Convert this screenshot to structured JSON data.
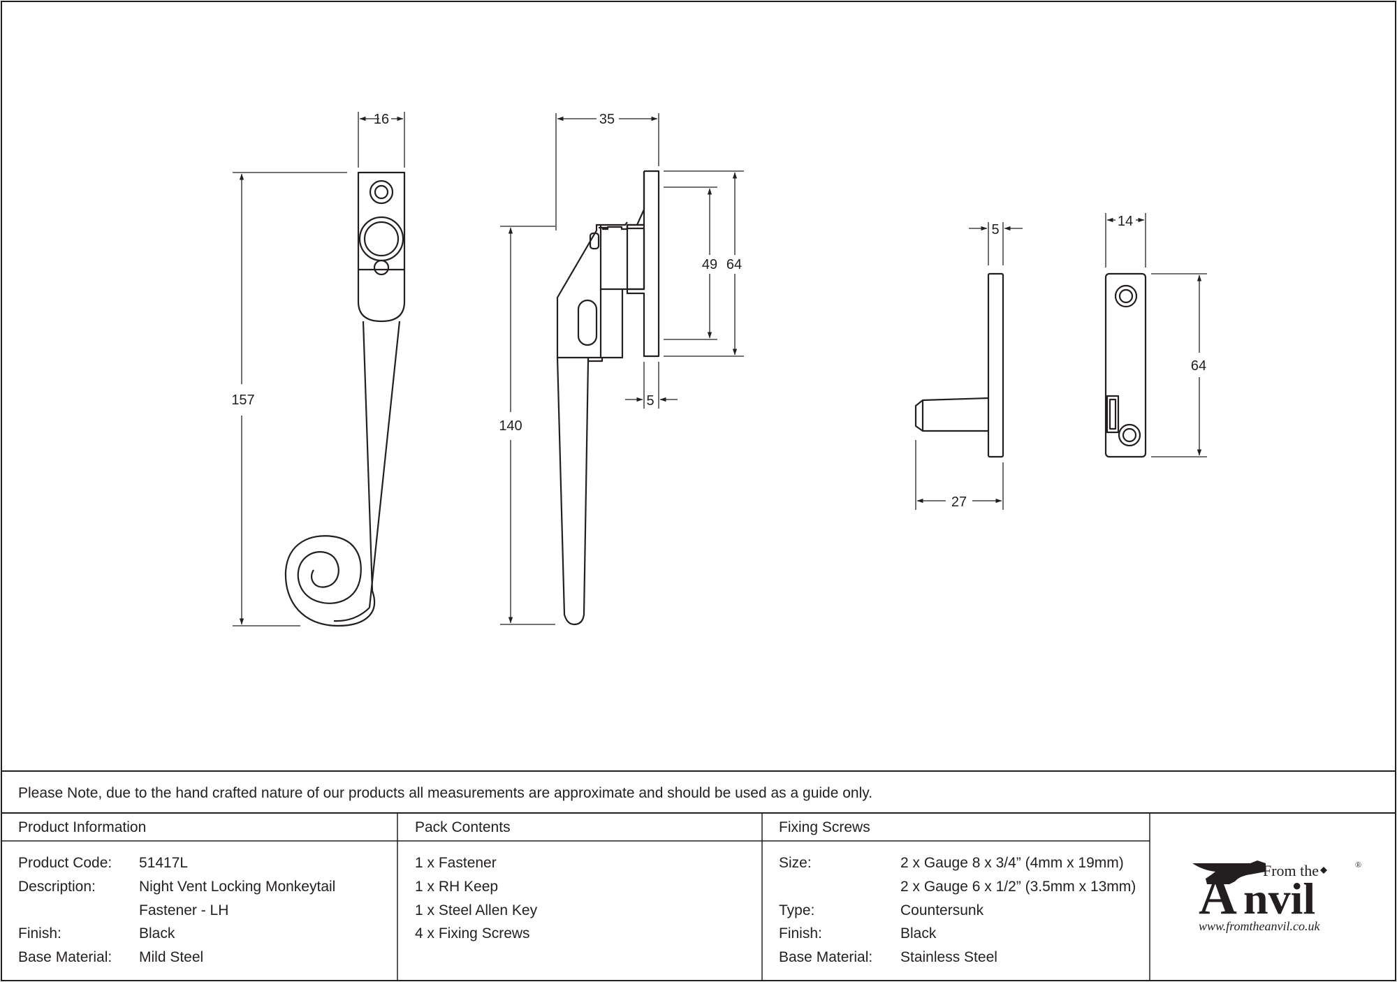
{
  "dimensions": {
    "front_width": "16",
    "front_height": "157",
    "side_depth": "35",
    "side_height": "140",
    "plate_inner": "49",
    "plate_outer": "64",
    "plate_thickness": "5",
    "keep_thickness": "5",
    "keep_projection": "27",
    "keep_width": "14",
    "keep_height": "64"
  },
  "note": "Please Note, due to the hand crafted nature of our products all measurements are approximate and should be used as a guide only.",
  "product_info": {
    "heading": "Product Information",
    "rows": [
      {
        "label": "Product Code:",
        "value": "51417L"
      },
      {
        "label": "Description:",
        "value": "Night Vent Locking Monkeytail"
      },
      {
        "label": "",
        "value": "Fastener - LH"
      },
      {
        "label": "Finish:",
        "value": "Black"
      },
      {
        "label": "Base Material:",
        "value": "Mild Steel"
      }
    ]
  },
  "pack_contents": {
    "heading": "Pack Contents",
    "items": [
      "1 x Fastener",
      "1 x RH Keep",
      "1 x Steel Allen Key",
      "4 x Fixing Screws"
    ]
  },
  "fixing_screws": {
    "heading": "Fixing Screws",
    "rows": [
      {
        "label": "Size:",
        "value": "2 x Gauge 8 x 3/4” (4mm x 19mm)"
      },
      {
        "label": "",
        "value": "2 x Gauge 6 x 1/2” (3.5mm x 13mm)"
      },
      {
        "label": "Type:",
        "value": "Countersunk"
      },
      {
        "label": "Finish:",
        "value": "Black"
      },
      {
        "label": "Base Material:",
        "value": "Stainless Steel"
      }
    ]
  },
  "logo": {
    "from_the": "From the",
    "brand_a": "A",
    "brand_rest": "nvil",
    "registered": "®",
    "url": "www.fromtheanvil.co.uk"
  },
  "colors": {
    "ink": "#231f20",
    "background": "#ffffff"
  }
}
